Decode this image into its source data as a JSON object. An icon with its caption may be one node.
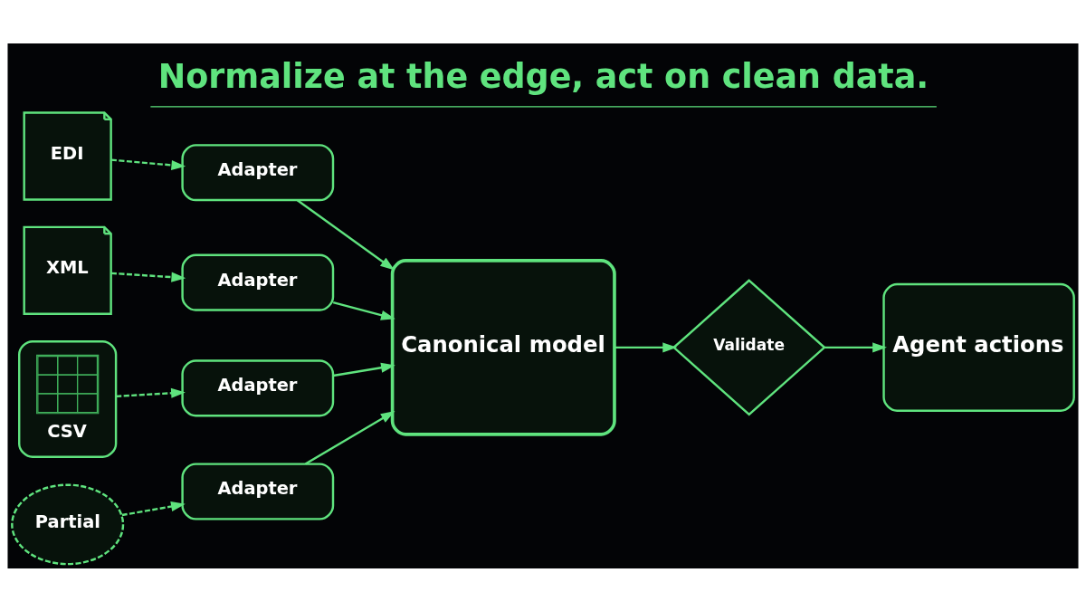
{
  "diagram": {
    "title": "Normalize at the edge, act on clean data.",
    "nodes": [
      {
        "text": [
          "EDI"
        ]
      },
      {
        "text": [
          "XML"
        ]
      },
      {
        "text": [
          "CSV"
        ]
      },
      {
        "text": [
          "Partial"
        ]
      },
      {
        "text": [
          "Adapter"
        ]
      },
      {
        "text": [
          "Adapter"
        ]
      },
      {
        "text": [
          "Adapter"
        ]
      },
      {
        "text": [
          "Adapter"
        ]
      },
      {
        "text": [
          "Canonical model"
        ]
      },
      {
        "text": [
          "Validate"
        ]
      },
      {
        "text": [
          "Agent actions"
        ]
      }
    ],
    "edges": [
      {
        "from": 0,
        "to": 4,
        "arrow": "to",
        "style": "dashed"
      },
      {
        "from": 1,
        "to": 5,
        "arrow": "to",
        "style": "dashed"
      },
      {
        "from": 2,
        "to": 6,
        "arrow": "to",
        "style": "dashed"
      },
      {
        "from": 3,
        "to": 7,
        "arrow": "to",
        "style": "dashed"
      },
      {
        "from": 4,
        "to": 8,
        "arrow": "to"
      },
      {
        "from": 5,
        "to": 8,
        "arrow": "to"
      },
      {
        "from": 6,
        "to": 8,
        "arrow": "to"
      },
      {
        "from": 7,
        "to": 8,
        "arrow": "to"
      },
      {
        "from": 8,
        "to": 9,
        "arrow": "to"
      },
      {
        "from": 9,
        "to": 10,
        "arrow": "to"
      }
    ]
  }
}
